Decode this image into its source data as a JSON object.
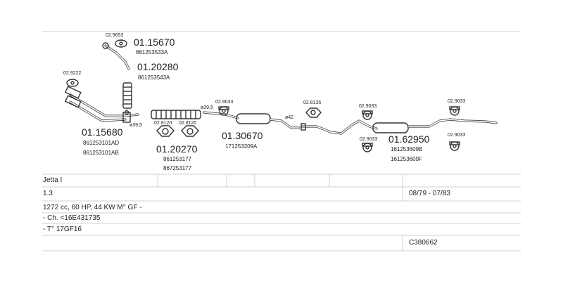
{
  "parts": {
    "p0": {
      "main": "01.15670",
      "sub1": "861253533A",
      "sub2": ""
    },
    "p1": {
      "main": "01.20280",
      "sub1": "861253543A",
      "sub2": ""
    },
    "p2": {
      "main": "01.15680",
      "sub1": "861253101AD",
      "sub2": "861253101AB"
    },
    "p3": {
      "main": "01.20270",
      "sub1": "861253177",
      "sub2": "867253177"
    },
    "p4": {
      "main": "01.30670",
      "sub1": "171253209A",
      "sub2": ""
    },
    "p5": {
      "main": "01.62950",
      "sub1": "161253609B",
      "sub2": "161253609F"
    }
  },
  "accessories": {
    "a0": "02.9653",
    "a1": "02.9222",
    "a2": "02.8120",
    "a3": "02.8120",
    "a4": "02.9033",
    "a5": "02.8135",
    "a6": "02.9033",
    "a7": "02.9033",
    "a8": "02.9033",
    "a9": "02.9033"
  },
  "diameters": {
    "d0": "ø39,5",
    "d1": "ø39,5",
    "d2": "ø42"
  },
  "table": {
    "model": "Jetta I",
    "engine": "1.3",
    "years": "08/79 - 07/83",
    "spec": "1272 cc, 60 HP, 44 KW M° GF -",
    "chassis": "- Ch. <16E431735",
    "type": "- T° 17GF16",
    "code": "C380662"
  },
  "colors": {
    "grid_line": "#d0d0d0",
    "drawing": "#333333"
  }
}
